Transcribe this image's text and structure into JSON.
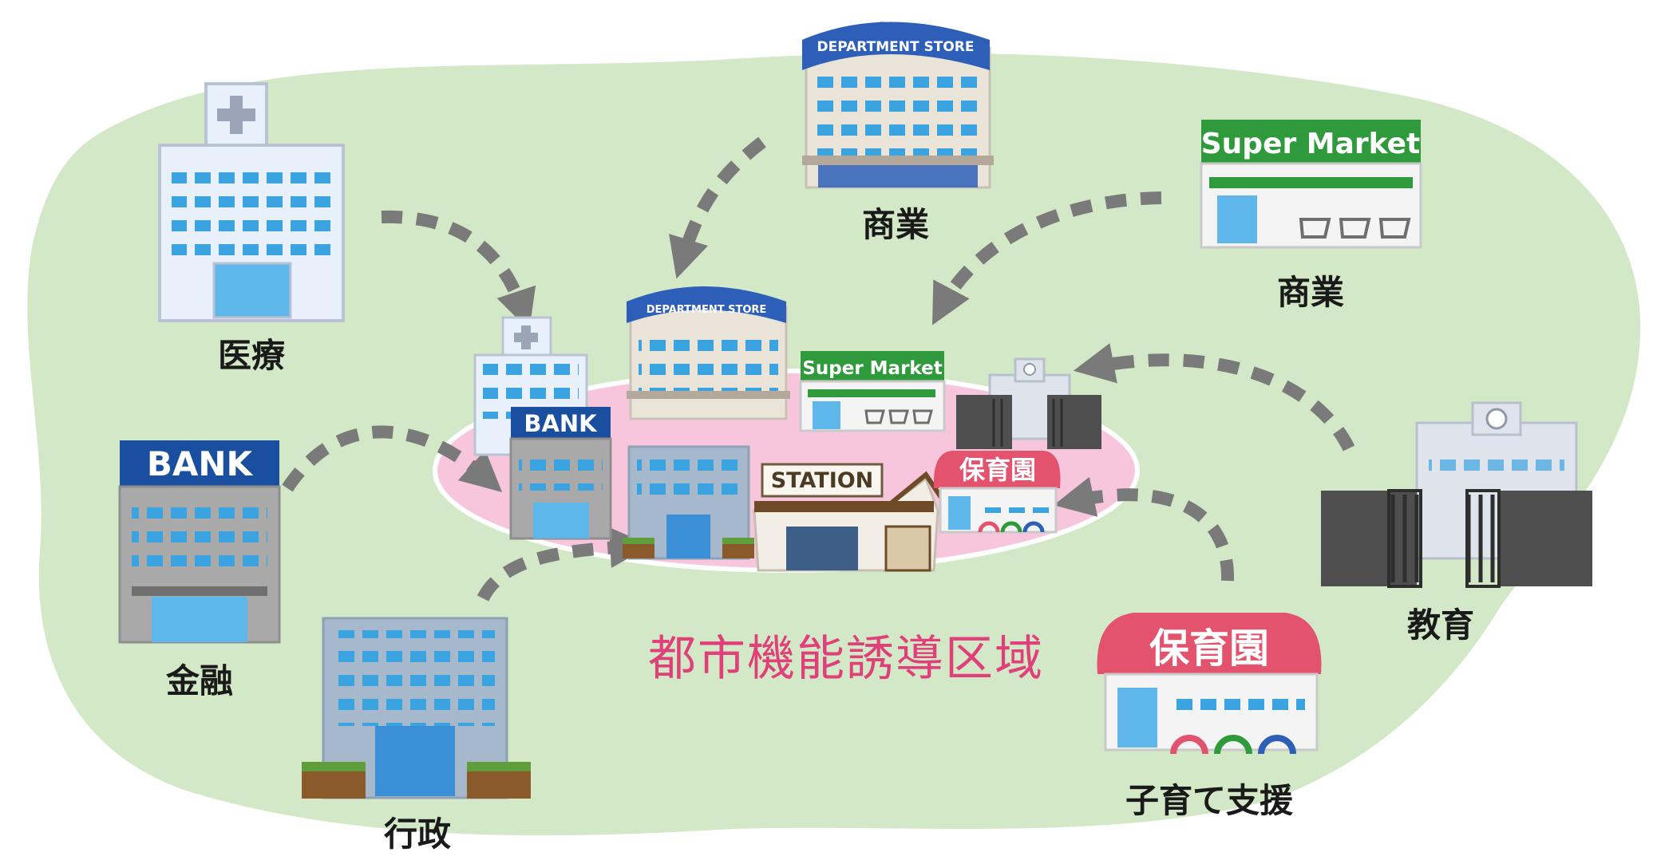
{
  "district": {
    "title": "都市機能誘導区域"
  },
  "facilities": {
    "medical": {
      "label": "医療"
    },
    "department_store": {
      "label": "商業",
      "sign": "DEPARTMENT STORE"
    },
    "supermarket": {
      "label": "商業",
      "sign": "Super Market"
    },
    "bank": {
      "label": "金融",
      "sign": "BANK"
    },
    "government": {
      "label": "行政"
    },
    "childcare": {
      "label": "子育て支援",
      "sign": "保育園"
    },
    "education": {
      "label": "教育"
    }
  },
  "center": {
    "station_sign": "STATION",
    "bank_sign": "BANK",
    "supermarket_sign": "Super Market",
    "department_store_sign": "DEPARTMENT STORE",
    "childcare_sign": "保育園"
  },
  "colors": {
    "land": "#d3e8c6",
    "district": "#f7c6dc",
    "title": "#e0407a",
    "arrow": "#7a7a7a",
    "window_blue": "#3aa3e0",
    "building_light": "#e8f1fb",
    "building_gray": "#a9a9a9",
    "bank_sign_bg": "#1a4fa0",
    "supermarket_green": "#2f9a3b",
    "childcare_pink": "#e3536e"
  }
}
